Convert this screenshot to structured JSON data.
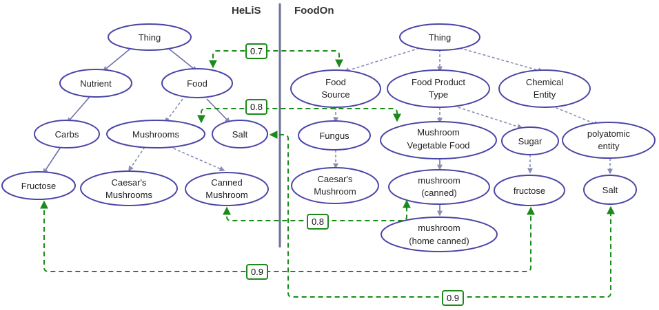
{
  "headers": {
    "left": "HeLiS",
    "right": "FoodOn"
  },
  "colors": {
    "node_stroke": "#4b46a6",
    "match": "#1a8a1a",
    "edge": "#8a8cb5",
    "divider": "#6b6f9a"
  },
  "helis": {
    "thing": "Thing",
    "nutrient": "Nutrient",
    "food": "Food",
    "carbs": "Carbs",
    "mushrooms": "Mushrooms",
    "salt": "Salt",
    "fructose": "Fructose",
    "caesars_1": "Caesar's",
    "caesars_2": "Mushrooms",
    "canned_1": "Canned",
    "canned_2": "Mushroom"
  },
  "foodon": {
    "thing": "Thing",
    "food_source_1": "Food",
    "food_source_2": "Source",
    "food_product_1": "Food Product",
    "food_product_2": "Type",
    "chemical_1": "Chemical",
    "chemical_2": "Entity",
    "fungus": "Fungus",
    "mushroom_veg_1": "Mushroom",
    "mushroom_veg_2": "Vegetable Food",
    "sugar": "Sugar",
    "polyatomic_1": "polyatomic",
    "polyatomic_2": "entity",
    "caesars_1": "Caesar's",
    "caesars_2": "Mushroom",
    "mushroom_canned_1": "mushroom",
    "mushroom_canned_2": "(canned)",
    "fructose": "fructose",
    "salt": "Salt",
    "home_canned_1": "mushroom",
    "home_canned_2": "(home canned)"
  },
  "matches": {
    "food_to_food_source": "0.7",
    "mushrooms_to_mushroom_veg": "0.8",
    "canned_to_mushroom_canned": "0.8",
    "fructose_to_fructose": "0.9",
    "salt_to_salt": "0.9"
  }
}
